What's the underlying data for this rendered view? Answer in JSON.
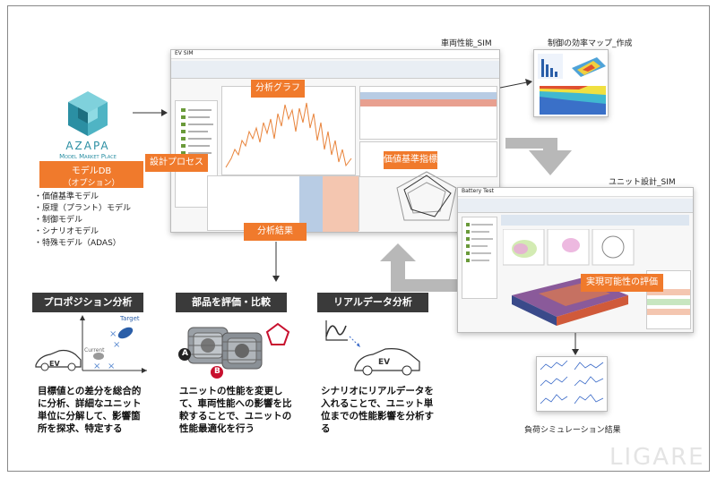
{
  "logo": {
    "brand": "AZAPA",
    "subtitle": "Model Market Place"
  },
  "model_db": {
    "title": "モデルDB",
    "subtitle": "（オプション）",
    "items": [
      "・価値基準モデル",
      "・原理（プラント）モデル",
      "・制御モデル",
      "・シナリオモデル",
      "・特殊モデル（ADAS）"
    ]
  },
  "captions": {
    "vehicle_sim": "車両性能_SIM",
    "control_map": "制御の効率マップ_作成",
    "unit_design": "ユニット設計_SIM",
    "load_sim": "負荷シミュレーション結果"
  },
  "tags": {
    "analysis_graph": "分析グラフ",
    "design_process": "設計プロセス",
    "value_index": "価値基準指標",
    "analysis_result": "分析結果",
    "feasibility": "実現可能性の評価"
  },
  "sections": [
    {
      "title": "プロポジション分析",
      "desc": "目標値との差分を総合的に分析、詳細なユニット単位に分解して、影響箇所を探求、特定する",
      "labels": {
        "target": "Target",
        "current": "Current",
        "ev": "EV"
      }
    },
    {
      "title": "部品を評価・比較",
      "desc": "ユニットの性能を変更して、車両性能への影響を比較することで、ユニットの性能最適化を行う",
      "labels": {
        "a": "A",
        "b": "B"
      }
    },
    {
      "title": "リアルデータ分析",
      "desc": "シナリオにリアルデータを入れることで、ユニット単位までの性能影響を分析する",
      "labels": {
        "ev": "EV"
      }
    }
  ],
  "windows": {
    "ev_sim_title": "EV SIM",
    "battery_title": "Battery Test"
  },
  "watermark": "LIGARE",
  "colors": {
    "orange": "#f07a2c",
    "dark": "#3a3a3a",
    "teal": "#3aa8b8",
    "gray_arrow": "#b8b8b8",
    "red": "#c8102e",
    "blue": "#2a5ea8"
  }
}
